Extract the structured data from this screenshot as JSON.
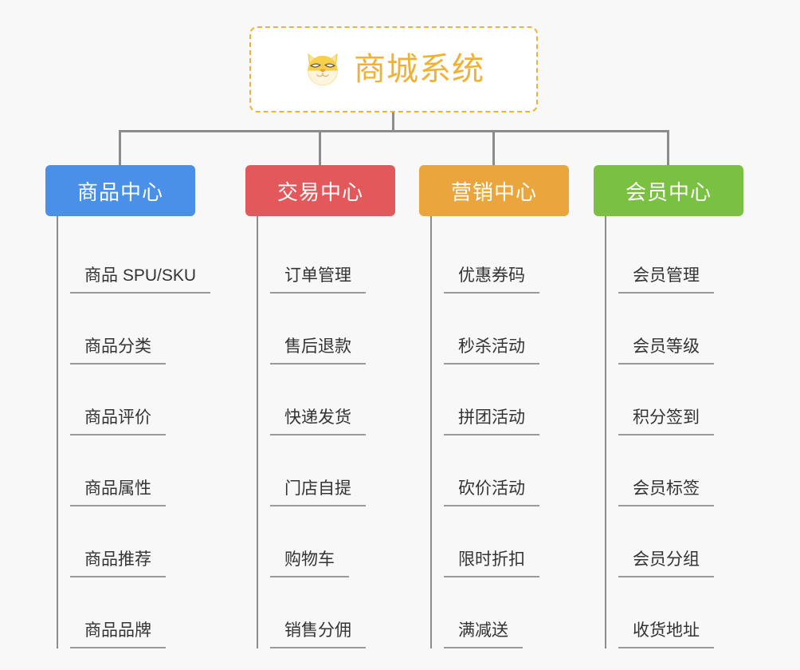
{
  "page": {
    "background_color": "#f8f8f8",
    "type": "organization-tree-diagram"
  },
  "root": {
    "title": "商城系统",
    "icon": "shiba-dog-icon",
    "text_color": "#f0b236",
    "border_color": "#f0b236",
    "background_color": "#ffffff"
  },
  "connector": {
    "color": "#8c8c8c"
  },
  "columns": [
    {
      "category": "商品中心",
      "color": "#4a90e8",
      "color_class": "cat-blue",
      "items": [
        "商品 SPU/SKU",
        "商品分类",
        "商品评价",
        "商品属性",
        "商品推荐",
        "商品品牌"
      ]
    },
    {
      "category": "交易中心",
      "color": "#e3595b",
      "color_class": "cat-red",
      "items": [
        "订单管理",
        "售后退款",
        "快递发货",
        "门店自提",
        "购物车",
        "销售分佣"
      ]
    },
    {
      "category": "营销中心",
      "color": "#eaa63c",
      "color_class": "cat-orange",
      "items": [
        "优惠券码",
        "秒杀活动",
        "拼团活动",
        "砍价活动",
        "限时折扣",
        "满减送"
      ]
    },
    {
      "category": "会员中心",
      "color": "#79c043",
      "color_class": "cat-green",
      "items": [
        "会员管理",
        "会员等级",
        "积分签到",
        "会员标签",
        "会员分组",
        "收货地址"
      ]
    }
  ]
}
